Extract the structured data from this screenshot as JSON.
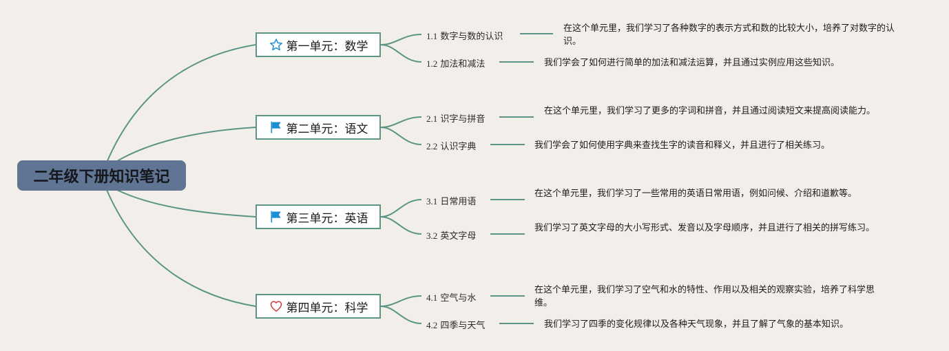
{
  "root": {
    "title": "二年级下册知识笔记"
  },
  "units": [
    {
      "title": "第一单元：数学",
      "icon": "star-icon",
      "topics": [
        {
          "num": "1.1",
          "label": "数字与数的认识",
          "desc": "在这个单元里，我们学习了各种数字的表示方式和数的比较大小，培养了对数字的认识。"
        },
        {
          "num": "1.2",
          "label": "加法和减法",
          "desc": "我们学会了如何进行简单的加法和减法运算，并且通过实例应用这些知识。"
        }
      ]
    },
    {
      "title": "第二单元：语文",
      "icon": "flag-icon",
      "topics": [
        {
          "num": "2.1",
          "label": "识字与拼音",
          "desc": "在这个单元里，我们学习了更多的字词和拼音，并且通过阅读短文来提高阅读能力。"
        },
        {
          "num": "2.2",
          "label": "认识字典",
          "desc": "我们学会了如何使用字典来查找生字的读音和释义，并且进行了相关练习。"
        }
      ]
    },
    {
      "title": "第三单元：英语",
      "icon": "flag-icon",
      "topics": [
        {
          "num": "3.1",
          "label": "日常用语",
          "desc": "在这个单元里，我们学习了一些常用的英语日常用语，例如问候、介绍和道歉等。"
        },
        {
          "num": "3.2",
          "label": "英文字母",
          "desc": "我们学习了英文字母的大小写形式、发音以及字母顺序，并且进行了相关的拼写练习。"
        }
      ]
    },
    {
      "title": "第四单元：科学",
      "icon": "heart-icon",
      "topics": [
        {
          "num": "4.1",
          "label": "空气与水",
          "desc": "在这个单元里，我们学习了空气和水的特性、作用以及相关的观察实验，培养了科学思维。"
        },
        {
          "num": "4.2",
          "label": "四季与天气",
          "desc": "我们学习了四季的变化规律以及各种天气现象，并且了解了气象的基本知识。"
        }
      ]
    }
  ],
  "colors": {
    "branch": "#5a9484",
    "root_bg": "#607494",
    "flag": "#1a8fd4",
    "star": "#1a8fd4",
    "heart": "#d23a3a"
  }
}
